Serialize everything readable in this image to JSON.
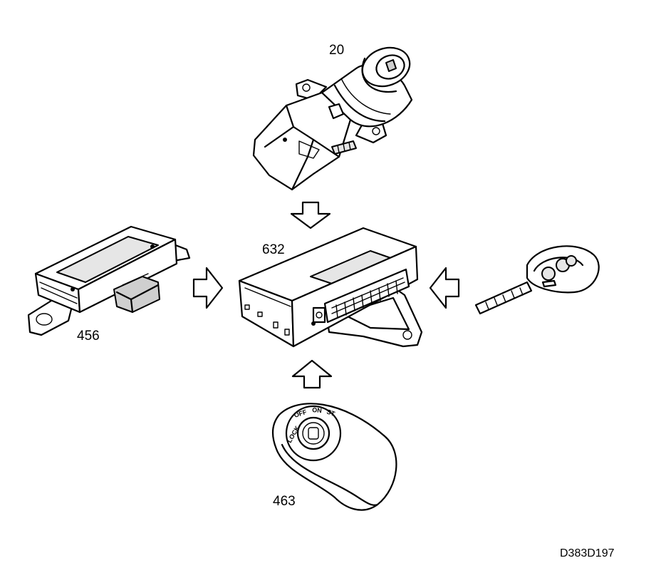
{
  "diagram": {
    "figure_code": "D383D197",
    "components": [
      {
        "id": "20",
        "label": "20",
        "icon": "ignition-switch-icon"
      },
      {
        "id": "632",
        "label": "632",
        "icon": "control-module-icon"
      },
      {
        "id": "456",
        "label": "456",
        "icon": "receiver-module-icon"
      },
      {
        "id": "463",
        "label": "463",
        "icon": "ignition-cover-icon"
      },
      {
        "id": "key",
        "label": "",
        "icon": "remote-key-icon"
      }
    ],
    "cover_markings": {
      "lock": "LOCK",
      "off": "OFF",
      "on": "ON",
      "st": "ST"
    },
    "arrows": [
      {
        "from": "20",
        "to": "632",
        "direction": "down"
      },
      {
        "from": "456",
        "to": "632",
        "direction": "right"
      },
      {
        "from": "key",
        "to": "632",
        "direction": "left"
      },
      {
        "from": "463",
        "to": "632",
        "direction": "up"
      }
    ]
  }
}
